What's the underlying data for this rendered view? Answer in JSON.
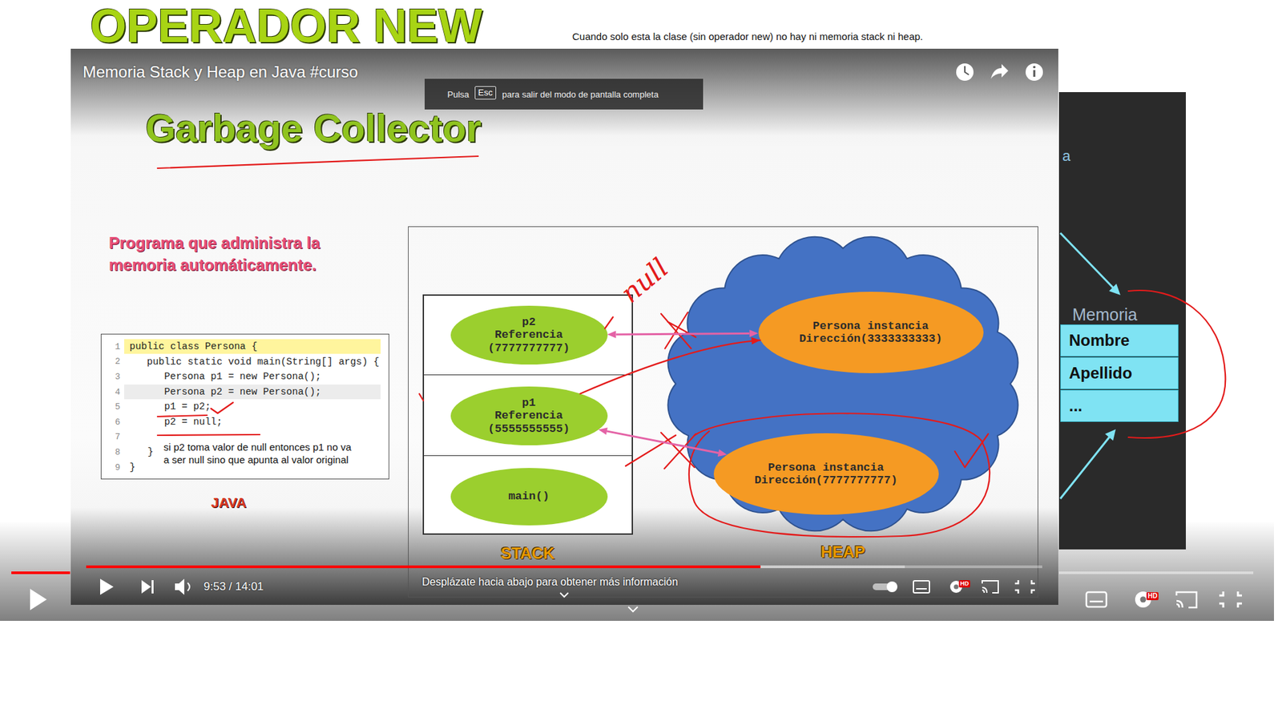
{
  "diagram": {
    "title": "OPERADOR NEW",
    "nodes": [
      {
        "text": [
          "STACK"
        ]
      },
      {
        "text": [
          "p2 Referencia (7777777777)"
        ],
        "in": 0
      },
      {
        "text": [
          "p1 Referencia (5555555555)"
        ],
        "in": 0
      },
      {
        "text": [
          "main()"
        ],
        "in": 0
      },
      {
        "text": [
          "HEAP"
        ]
      },
      {
        "text": [
          "Persona instancia Dirección(3333333333)"
        ],
        "in": 4
      },
      {
        "text": [
          "Persona instancia Dirección(7777777777)"
        ],
        "in": 4
      },
      {
        "text": [
          "public class Persona {",
          "public static void main(String[] args) {",
          "Persona p1 = new Persona();",
          "Persona p2 = new Persona();",
          "p1 = p2;",
          "p2 = null;",
          "}",
          "}"
        ]
      },
      {
        "text": [
          "Memoria"
        ]
      },
      {
        "text": [
          "Nombre"
        ],
        "in": 8
      },
      {
        "text": [
          "Apellido"
        ],
        "in": 8
      },
      {
        "text": [
          "..."
        ],
        "in": 8
      }
    ],
    "edges": [
      {
        "from": 1,
        "to": 5,
        "arrow": "both"
      },
      {
        "from": 2,
        "to": 6,
        "arrow": "both"
      },
      {
        "from": 2,
        "to": 5,
        "arrow": "to"
      }
    ],
    "labels": [
      "Cuando solo esta la clase (sin operador new) no hay ni memoria stack ni heap.",
      "Memoria Stack y Heap en Java #curso",
      "Pulsa",
      "Esc",
      "para salir del modo de pantalla completa",
      "Garbage Collector",
      "Programa que administra la memoria automáticamente.",
      "1",
      "2",
      "3",
      "4",
      "5",
      "6",
      "7",
      "8",
      "9",
      "si p2 toma valor de null entonces p1 no va a ser null sino que apunta al valor original",
      "JAVA",
      "null",
      "a",
      "9:53 / 14:01",
      "Desplázate hacia abajo para obtener más información",
      "HD",
      "HD"
    ]
  }
}
